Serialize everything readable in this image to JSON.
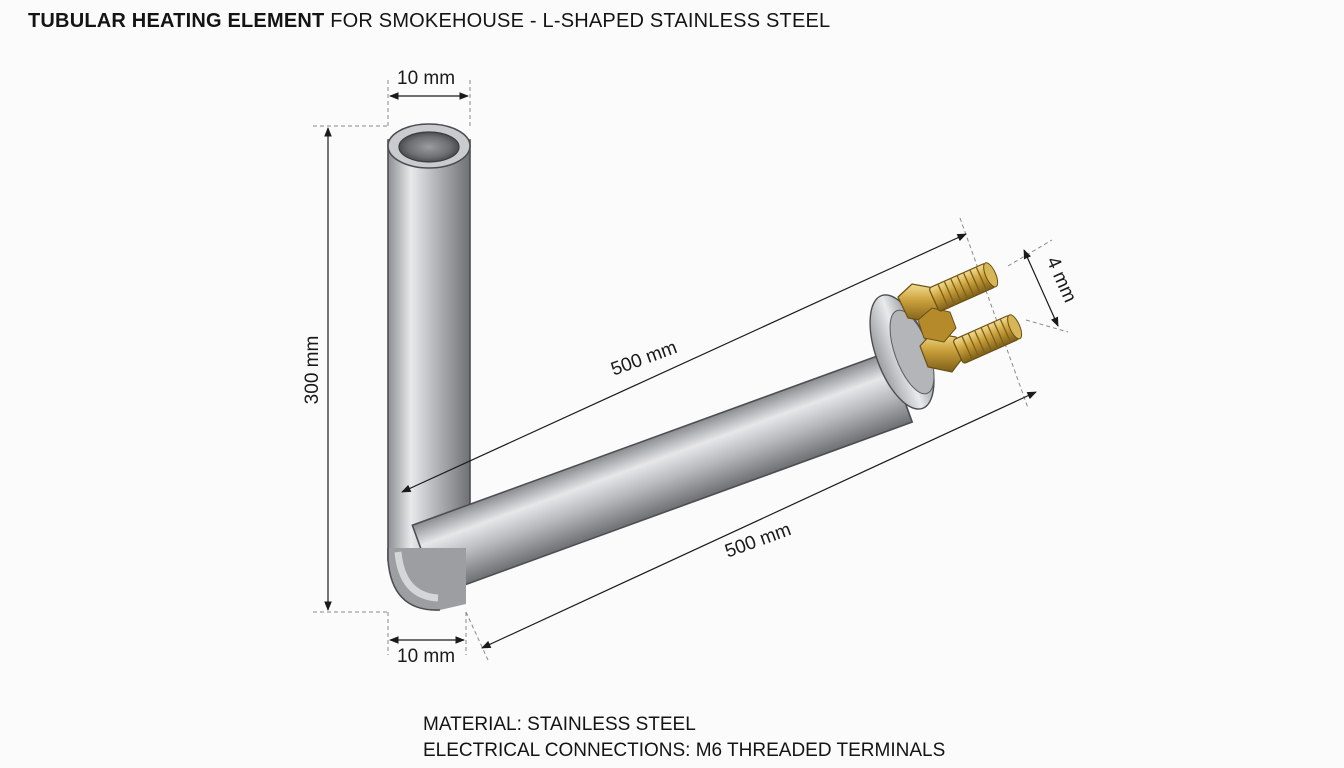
{
  "title": {
    "bold_part": "TUBULAR HEATING ELEMENT",
    "rest_part": "FOR SMOKEHOUSE - L-SHAPED STAINLESS STEEL"
  },
  "dimensions": {
    "top_diameter": "10 mm",
    "vertical_length": "300 mm",
    "diagonal_length_upper": "500 mm",
    "diagonal_length_lower": "500 mm",
    "bottom_diameter": "10 mm",
    "terminal_spacing": "4 mm"
  },
  "notes": {
    "material": "MATERIAL: STAINLESS STEEL",
    "connections": "ELECTRICAL CONNECTIONS: M6 THREADED TERMINALS"
  },
  "colors": {
    "steel_light": "#e6e6e8",
    "steel_mid": "#b4b6ba",
    "steel_dark": "#6f7175",
    "brass_light": "#f0d98a",
    "brass_mid": "#c9a23e",
    "brass_dark": "#7d5f1a"
  }
}
